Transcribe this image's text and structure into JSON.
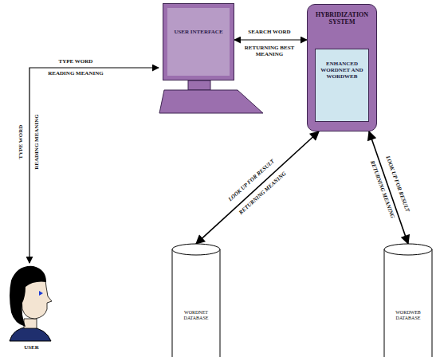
{
  "diagram": {
    "nodes": [
      {
        "text": [
          "USER INTERFACE"
        ]
      },
      {
        "text": [
          "HYBRIDIZATION SYSTEM"
        ]
      },
      {
        "text": [
          "ENHANCED WORDNET AND WORDWEB"
        ],
        "in": 1
      },
      {
        "text": [
          "WORDNET DATABASE"
        ]
      },
      {
        "text": [
          "WORDWEB DATABASE"
        ]
      },
      {
        "text": [
          "USER"
        ]
      }
    ],
    "edges": [
      {
        "from": 5,
        "to": 0,
        "arrow": "both"
      },
      {
        "from": 0,
        "to": 1,
        "arrow": "both"
      },
      {
        "from": 1,
        "to": 3,
        "arrow": "both"
      },
      {
        "from": 1,
        "to": 4,
        "arrow": "both"
      }
    ],
    "labels": [
      "TYPE WORD",
      "READING MEANING",
      "TYPE WORD",
      "READING MEANING",
      "SEARCH WORD",
      "RETURNING BEST MEANING",
      "LOOK UP FOR RESULT",
      "RETURNING MEANING",
      "LOOK UP FOR RESULT",
      "RETURNING MEANING"
    ]
  }
}
